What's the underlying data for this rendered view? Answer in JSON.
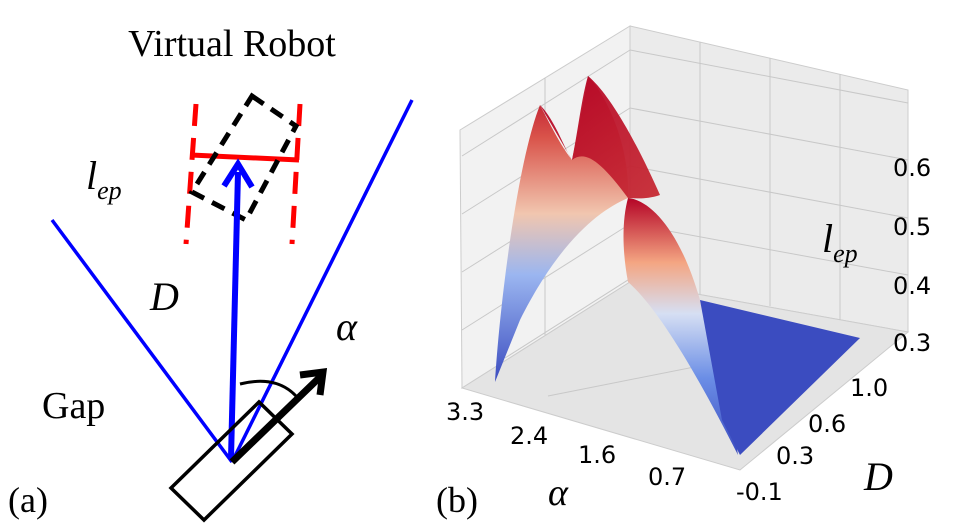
{
  "panel_a": {
    "title": "Virtual Robot",
    "label_lep": "l",
    "label_lep_sub": "ep",
    "label_D": "D",
    "label_alpha": "α",
    "label_gap": "Gap",
    "caption": "(a)",
    "colors": {
      "gap_lines": "#0000ff",
      "lep_segment": "#ff0000",
      "robot_outline": "#000000"
    }
  },
  "panel_b": {
    "caption": "(b)",
    "z_label": "l",
    "z_label_sub": "ep",
    "alpha_label": "α",
    "d_label": "D",
    "z_ticks": [
      "0.6",
      "0.5",
      "0.4",
      "0.3"
    ],
    "alpha_ticks": [
      "3.3",
      "2.4",
      "1.6",
      "0.7"
    ],
    "d_ticks": [
      "1.0",
      "0.6",
      "0.3",
      "-0.1"
    ],
    "colors": {
      "high": "#b40426",
      "mid": "#dddddd",
      "low": "#3b4cc0"
    }
  }
}
